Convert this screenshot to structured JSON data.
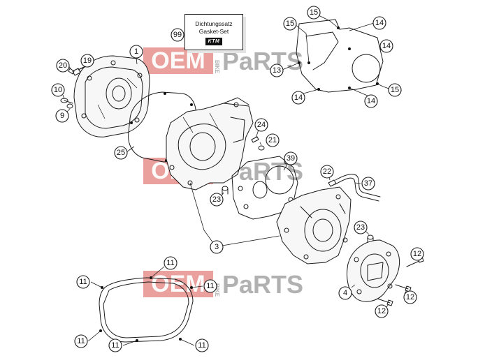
{
  "title": "",
  "gasket_set": {
    "line1": "Dichtungssatz",
    "line2": "Gasket-Set",
    "brand": "KTM",
    "ref": "99"
  },
  "watermark": {
    "oem": "OEM",
    "bike": "BIKE",
    "parts": "PaRTS",
    "color": "#d9534f"
  },
  "callouts": [
    {
      "id": "c99",
      "label": "99"
    },
    {
      "id": "c1",
      "label": "1"
    },
    {
      "id": "c19",
      "label": "19"
    },
    {
      "id": "c20",
      "label": "20"
    },
    {
      "id": "c10",
      "label": "10"
    },
    {
      "id": "c9",
      "label": "9"
    },
    {
      "id": "c25",
      "label": "25"
    },
    {
      "id": "c24",
      "label": "24"
    },
    {
      "id": "c21",
      "label": "21"
    },
    {
      "id": "c39",
      "label": "39"
    },
    {
      "id": "c22",
      "label": "22"
    },
    {
      "id": "c37",
      "label": "37"
    },
    {
      "id": "c23a",
      "label": "23"
    },
    {
      "id": "c23b",
      "label": "23"
    },
    {
      "id": "c3",
      "label": "3"
    },
    {
      "id": "c4",
      "label": "4"
    },
    {
      "id": "c12a",
      "label": "12"
    },
    {
      "id": "c12b",
      "label": "12"
    },
    {
      "id": "c12c",
      "label": "12"
    },
    {
      "id": "c15a",
      "label": "15"
    },
    {
      "id": "c15b",
      "label": "15"
    },
    {
      "id": "c15c",
      "label": "15"
    },
    {
      "id": "c14a",
      "label": "14"
    },
    {
      "id": "c14b",
      "label": "14"
    },
    {
      "id": "c14c",
      "label": "14"
    },
    {
      "id": "c14d",
      "label": "14"
    },
    {
      "id": "c13",
      "label": "13"
    },
    {
      "id": "c11a",
      "label": "11"
    },
    {
      "id": "c11b",
      "label": "11"
    },
    {
      "id": "c11c",
      "label": "11"
    },
    {
      "id": "c11d",
      "label": "11"
    },
    {
      "id": "c11e",
      "label": "11"
    },
    {
      "id": "c11f",
      "label": "11"
    }
  ]
}
